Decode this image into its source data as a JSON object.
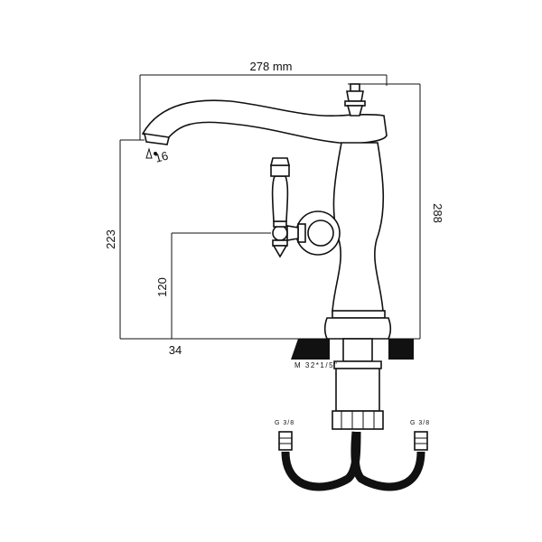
{
  "dimensions": {
    "width_total": "278 mm",
    "height_total": "288",
    "spout_height": "223",
    "handle_height": "120",
    "spout_reach": "34",
    "aerator": "16"
  },
  "labels": {
    "mount_thread": "M 32*1/5\"",
    "hose_left": "G 3/8",
    "hose_right": "G 3/8"
  }
}
